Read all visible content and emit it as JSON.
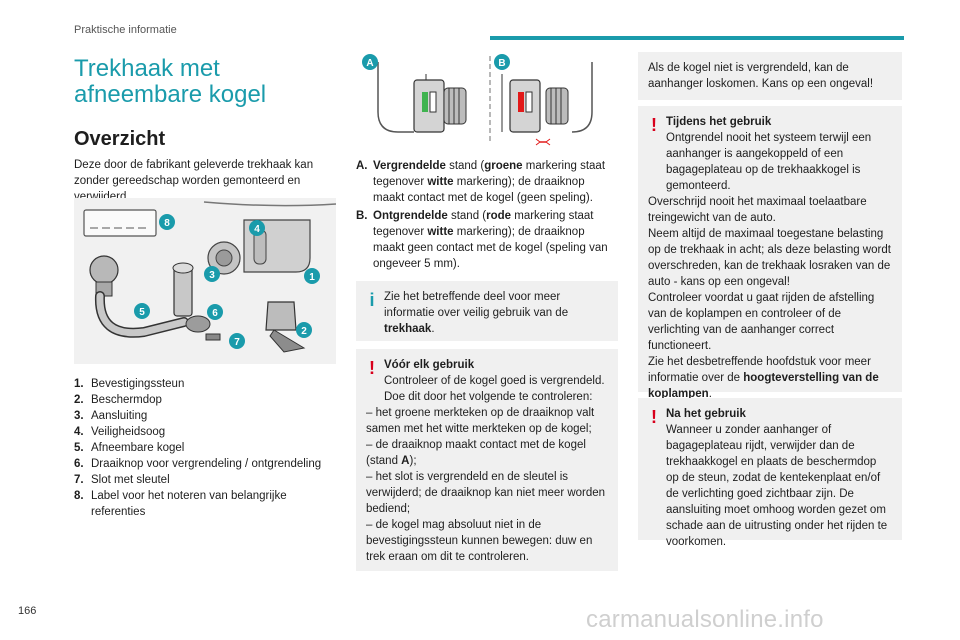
{
  "header": {
    "section": "Praktische informatie",
    "accent_color": "#1a9bab"
  },
  "page_number": "166",
  "watermark": "carmanualsonline.info",
  "title": "Trekhaak met afneembare kogel",
  "overview": {
    "heading": "Overzicht",
    "intro": "Deze door de fabrikant geleverde trekhaak kan zonder gereedschap worden gemonteerd en verwijderd."
  },
  "figure1": {
    "callouts": [
      "8",
      "4",
      "3",
      "1",
      "5",
      "6",
      "2",
      "7"
    ]
  },
  "parts": [
    {
      "num": "1.",
      "label": "Bevestigingssteun"
    },
    {
      "num": "2.",
      "label": "Beschermdop"
    },
    {
      "num": "3.",
      "label": "Aansluiting"
    },
    {
      "num": "4.",
      "label": "Veiligheidsoog"
    },
    {
      "num": "5.",
      "label": "Afneembare kogel"
    },
    {
      "num": "6.",
      "label": "Draaiknop voor vergrendeling / ontgrendeling"
    },
    {
      "num": "7.",
      "label": "Slot met sleutel"
    },
    {
      "num": "8.",
      "label": "Label voor het noteren van belangrijke referenties"
    }
  ],
  "figure2": {
    "label_a": "A",
    "label_b": "B"
  },
  "states": [
    {
      "letter": "A.",
      "bold1": "Vergrendelde",
      "t1": " stand (",
      "bold2": "groene",
      "t2": " markering staat tegenover ",
      "bold3": "witte",
      "t3": " markering); de draaiknop maakt contact met de kogel (geen speling)."
    },
    {
      "letter": "B.",
      "bold1": "Ontgrendelde",
      "t1": " stand (",
      "bold2": "rode",
      "t2": " markering staat tegenover ",
      "bold3": "witte",
      "t3": " markering); de draaiknop maakt geen contact met de kogel (speling van ongeveer 5 mm)."
    }
  ],
  "info_box": {
    "text": "Zie het betreffende deel voor meer informatie over veilig gebruik van de ",
    "bold": "trekhaak",
    "end": "."
  },
  "warn_before": {
    "title": "Vóór elk gebruik",
    "lines": [
      "Controleer of de kogel goed is vergrendeld. Doe dit door het volgende te controleren:",
      "– het groene merkteken op de draaiknop valt samen met het witte merkteken op de kogel;",
      "– de draaiknop maakt contact met de kogel (stand ",
      "– het slot is vergrendeld en de sleutel is verwijderd; de draaiknop kan niet meer worden bediend;",
      "– de kogel mag absoluut niet in de bevestigingssteun kunnen bewegen: duw en trek eraan om dit te controleren."
    ],
    "stand_bold": "A",
    "stand_end": ");"
  },
  "note_box": {
    "text": "Als de kogel niet is vergrendeld, kan de aanhanger loskomen. Kans op een ongeval!"
  },
  "warn_during": {
    "title": "Tijdens het gebruik",
    "lines": [
      "Ontgrendel nooit het systeem terwijl een aanhanger is aangekoppeld of een bagageplateau op de trekhaakkogel is gemonteerd.",
      "Overschrijd nooit het maximaal toelaatbare treingewicht van de auto.",
      "Neem altijd de maximaal toegestane belasting op de trekhaak in acht; als deze belasting wordt overschreden, kan de trekhaak losraken van de auto - kans op een ongeval!",
      "Controleer voordat u gaat rijden de afstelling van de koplampen en controleer of de verlichting van de aanhanger correct functioneert.",
      "Zie het desbetreffende hoofdstuk voor meer informatie over de "
    ],
    "last_bold": "hoogteverstelling van de koplampen",
    "last_end": "."
  },
  "warn_after": {
    "title": "Na het gebruik",
    "text": "Wanneer u zonder aanhanger of bagageplateau rijdt, verwijder dan de trekhaakkogel en plaats de beschermdop op de steun, zodat de kentekenplaat en/of de verlichting goed zichtbaar zijn. De aansluiting moet omhoog worden gezet om schade aan de uitrusting onder het rijden te voorkomen."
  },
  "colors": {
    "warning": "#d8001c",
    "info": "#1a9bab",
    "box_bg": "#f0f0f0"
  },
  "icons": {
    "warning": "exclamation-icon",
    "info": "info-icon"
  }
}
